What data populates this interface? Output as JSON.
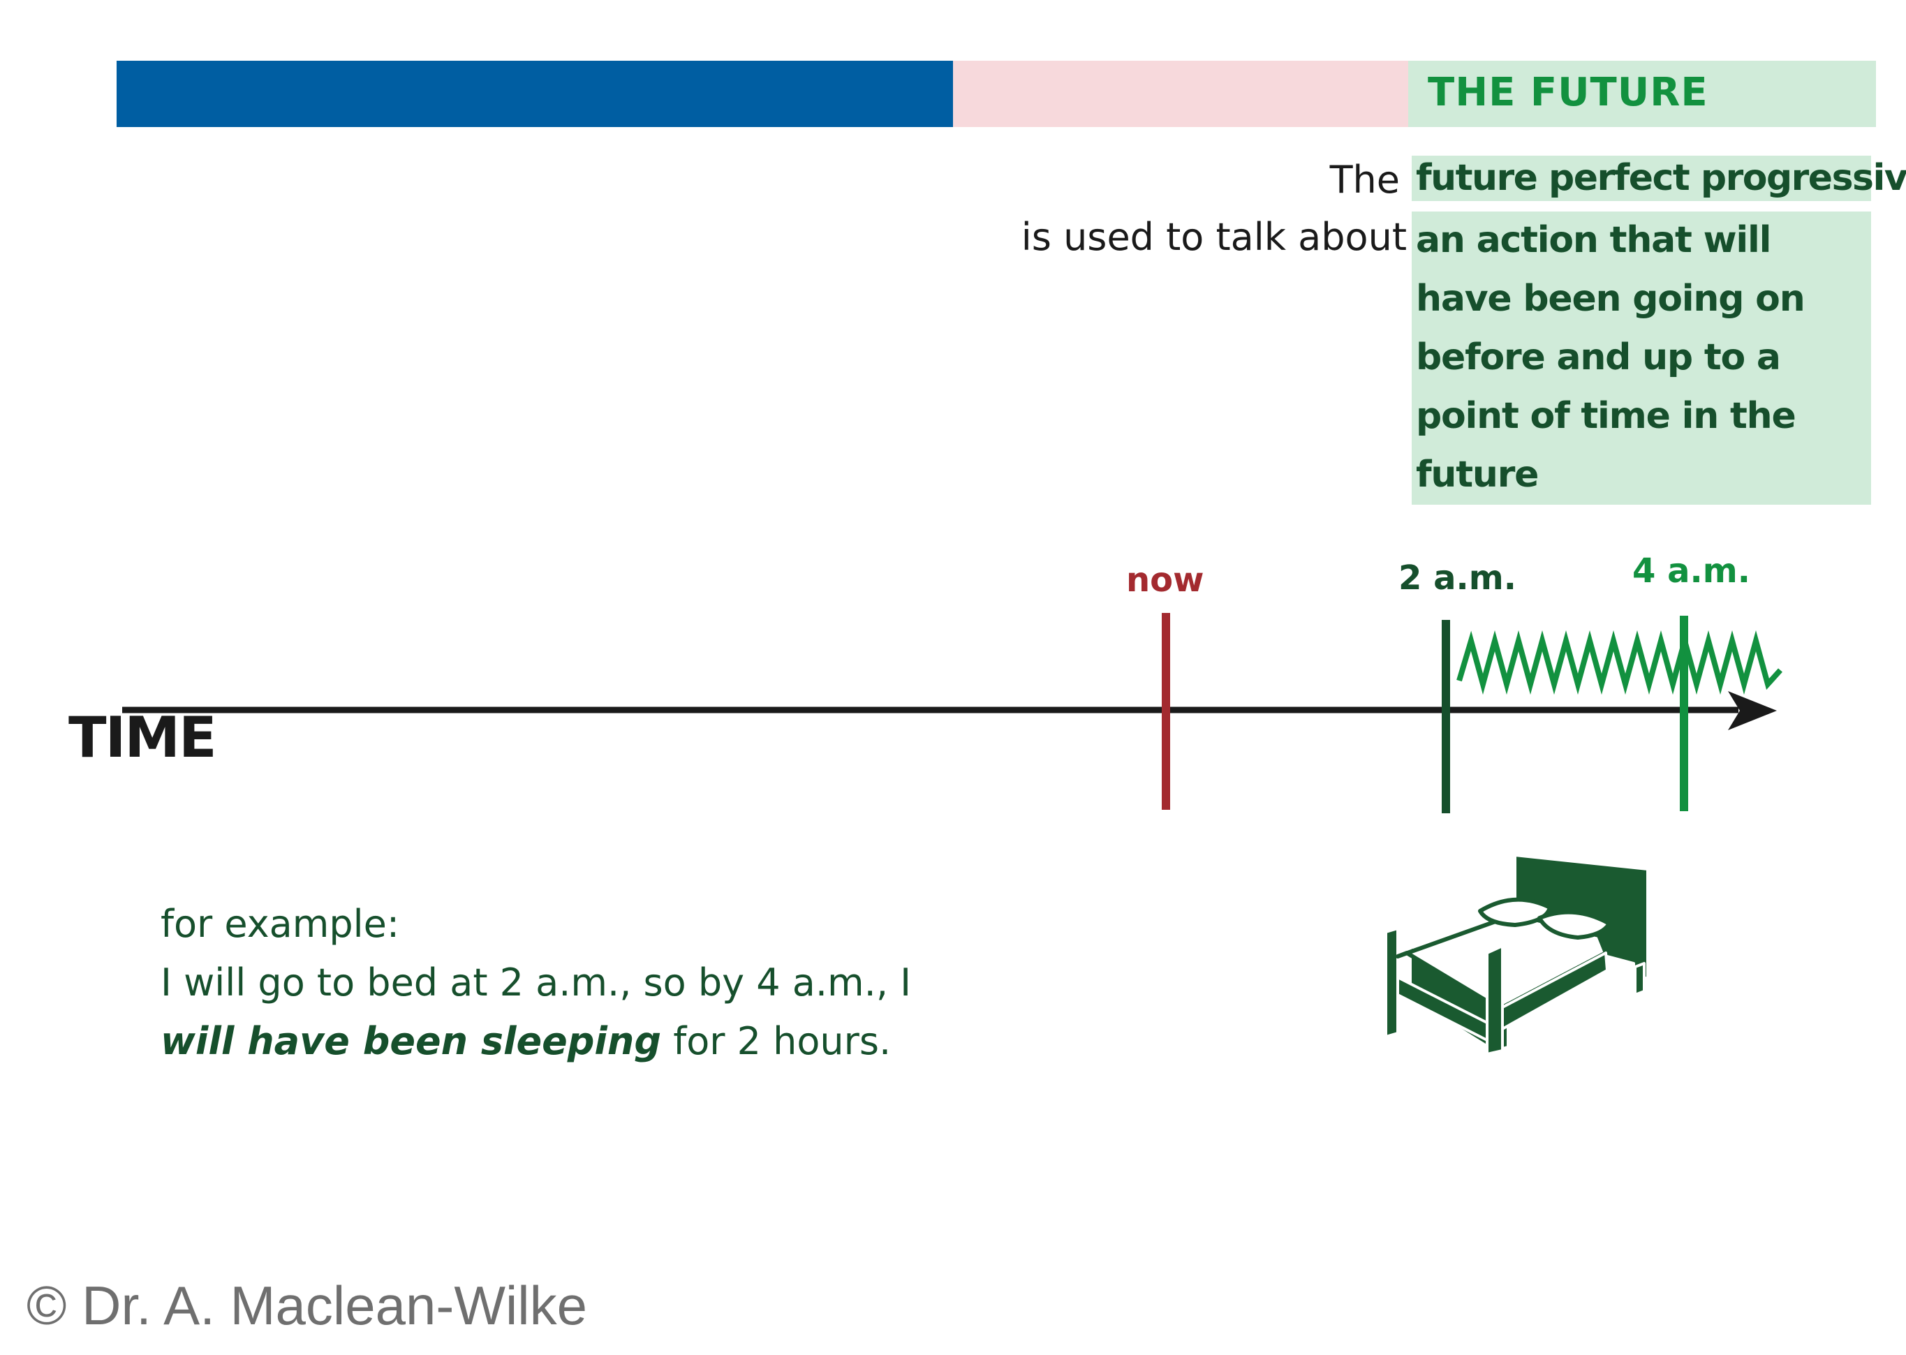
{
  "header": {
    "future_title": "THE FUTURE"
  },
  "definition": {
    "lead_the": "The",
    "term": "future perfect progressive",
    "lead_used": "is used to talk about",
    "body": "an action that will have been going on before and up to a point of time in the future"
  },
  "timeline": {
    "axis_label": "TIME",
    "now_label": "now",
    "start_label": "2 a.m.",
    "end_label": "4 a.m."
  },
  "example": {
    "intro": "for example:",
    "line1": "I will go to bed at 2 a.m., so by 4 a.m., I",
    "verb": "will have been sleeping",
    "rest": " for 2 hours."
  },
  "footer": {
    "copyright": "© Dr. A. Maclean-Wilke"
  },
  "colors": {
    "past_blue": "#005ea2",
    "present_pink": "#f7d9dc",
    "future_green_light": "#d0ebd9",
    "future_green": "#12913f",
    "dark_green": "#164f2c",
    "now_red": "#a32a2f"
  },
  "icons": {
    "bed": "bed-icon"
  }
}
